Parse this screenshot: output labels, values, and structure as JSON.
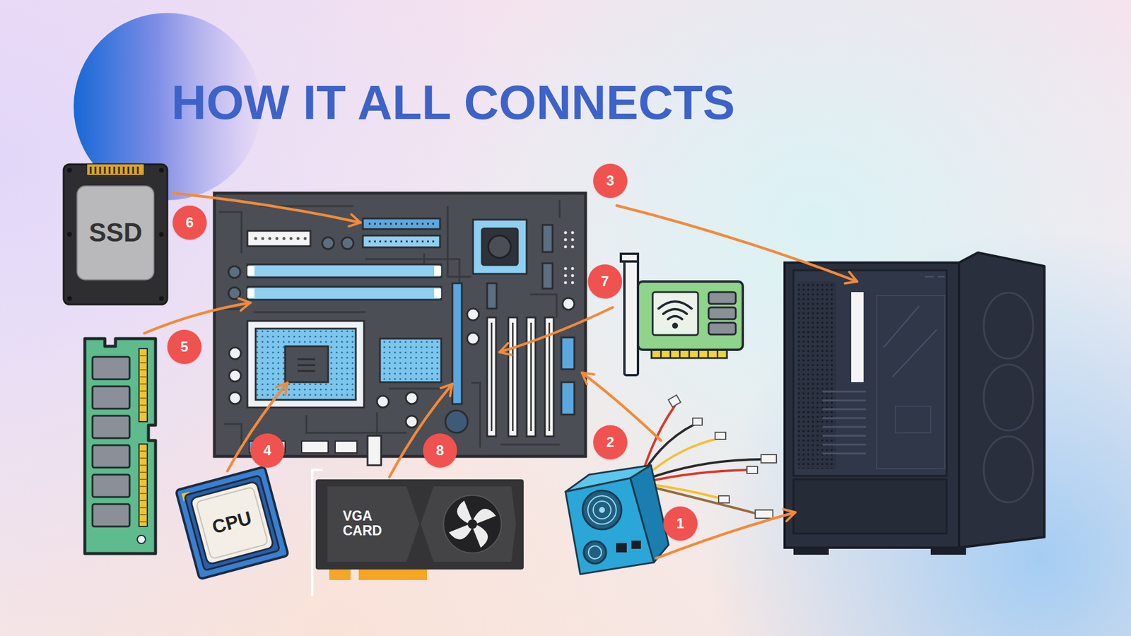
{
  "diagram": {
    "title": "HOW IT ALL CONNECTS",
    "labels": [
      "3",
      "6",
      "SSD",
      "7",
      "5",
      "2",
      "4",
      "8",
      "1",
      "CPU",
      "VGA CARD"
    ]
  }
}
